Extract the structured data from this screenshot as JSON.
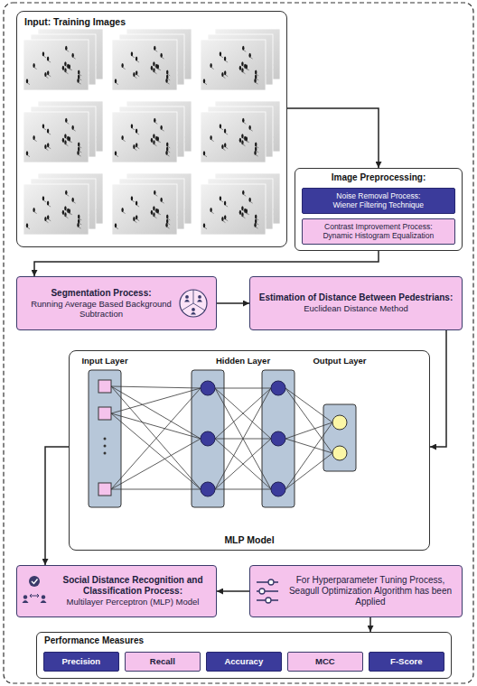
{
  "diagram": {
    "nodes": [
      {
        "text": [
          "Input: Training Images"
        ]
      },
      {
        "text": [
          "Image Preprocessing:"
        ]
      },
      {
        "text": [
          "Noise Removal Process:",
          "Wiener Filtering Technique"
        ],
        "in": 1
      },
      {
        "text": [
          "Contrast Improvement Process:",
          "Dynamic Histogram Equalization"
        ],
        "in": 1
      },
      {
        "text": [
          "Segmentation Process:",
          "Running Average Based Background Subtraction"
        ]
      },
      {
        "text": [
          "Estimation of Distance Between Pedestrians:",
          "Euclidean Distance Method"
        ]
      },
      {
        "text": [
          "MLP Model"
        ]
      },
      {
        "text": [
          "Social Distance Recognition and Classification Process:",
          "Multilayer Perceptron (MLP) Model"
        ]
      },
      {
        "text": [
          "For Hyperparameter Tuning Process, Seagull Optimization Algorithm has been Applied"
        ]
      },
      {
        "text": [
          "Performance Measures"
        ]
      },
      {
        "text": [
          "Precision"
        ],
        "in": 9
      },
      {
        "text": [
          "Recall"
        ],
        "in": 9
      },
      {
        "text": [
          "Accuracy"
        ],
        "in": 9
      },
      {
        "text": [
          "MCC"
        ],
        "in": 9
      },
      {
        "text": [
          "F-Score"
        ],
        "in": 9
      }
    ],
    "edges": [
      {
        "from": 0,
        "to": 1,
        "arrow": "to"
      },
      {
        "from": 1,
        "to": 4,
        "arrow": "to"
      },
      {
        "from": 4,
        "to": 5,
        "arrow": "to"
      },
      {
        "from": 5,
        "to": 6,
        "arrow": "to"
      },
      {
        "from": 6,
        "to": 7,
        "arrow": "to"
      },
      {
        "from": 8,
        "to": 7,
        "arrow": "to"
      },
      {
        "from": 8,
        "to": 9,
        "arrow": "to"
      }
    ],
    "labels": [
      "Input Layer",
      "Hidden Layer",
      "Output Layer"
    ]
  }
}
